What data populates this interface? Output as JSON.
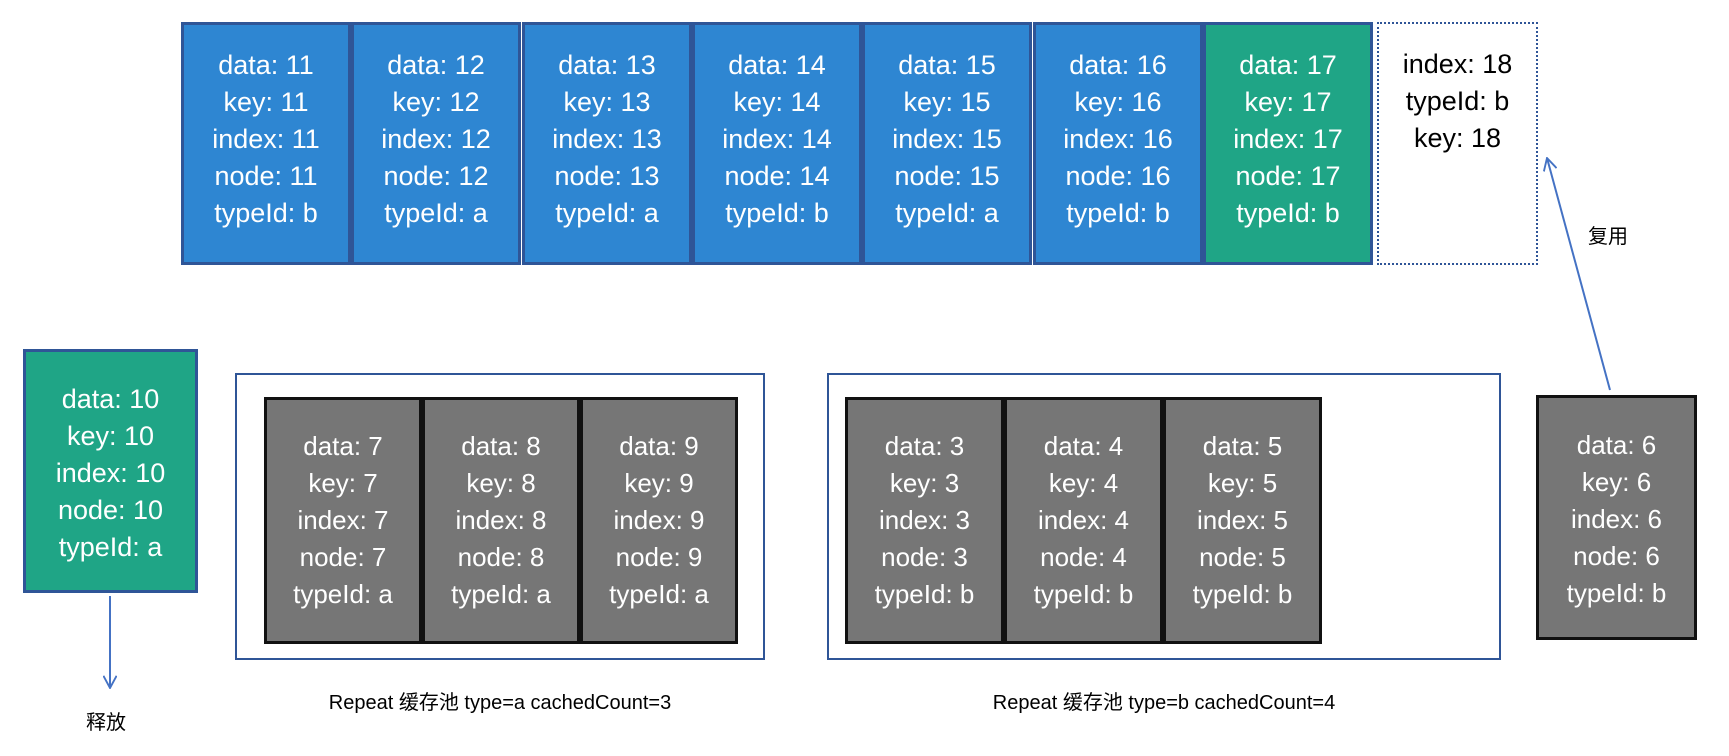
{
  "colors": {
    "card_blue": "#2E86D2",
    "card_green": "#1FA586",
    "card_gray": "#767676",
    "border_navy": "#2F5597",
    "arrow_blue": "#4472C4",
    "text_light": "#FFFFFF",
    "text_dark": "#000000"
  },
  "top_row": {
    "cards": [
      {
        "variant": "blue",
        "lines": [
          "data: 11",
          "key: 11",
          "index: 11",
          "node: 11",
          "typeId: b"
        ]
      },
      {
        "variant": "blue",
        "lines": [
          "data: 12",
          "key: 12",
          "index: 12",
          "node: 12",
          "typeId: a"
        ]
      },
      {
        "variant": "blue",
        "lines": [
          "data: 13",
          "key: 13",
          "index: 13",
          "node: 13",
          "typeId: a"
        ]
      },
      {
        "variant": "blue",
        "lines": [
          "data: 14",
          "key: 14",
          "index: 14",
          "node: 14",
          "typeId: b"
        ]
      },
      {
        "variant": "blue",
        "lines": [
          "data: 15",
          "key: 15",
          "index: 15",
          "node: 15",
          "typeId: a"
        ]
      },
      {
        "variant": "blue",
        "lines": [
          "data: 16",
          "key: 16",
          "index: 16",
          "node: 16",
          "typeId: b"
        ]
      },
      {
        "variant": "green",
        "lines": [
          "data: 17",
          "key: 17",
          "index: 17",
          "node: 17",
          "typeId: b"
        ]
      }
    ],
    "pending_card": {
      "lines": [
        "index: 18",
        "typeId: b",
        "key: 18"
      ]
    }
  },
  "released_card": {
    "lines": [
      "data: 10",
      "key: 10",
      "index: 10",
      "node: 10",
      "typeId: a"
    ]
  },
  "reused_card": {
    "lines": [
      "data: 6",
      "key: 6",
      "index: 6",
      "node: 6",
      "typeId: b"
    ]
  },
  "pools": [
    {
      "caption": "Repeat 缓存池 type=a  cachedCount=3",
      "cards": [
        {
          "lines": [
            "data: 7",
            "key: 7",
            "index: 7",
            "node: 7",
            "typeId: a"
          ]
        },
        {
          "lines": [
            "data: 8",
            "key: 8",
            "index: 8",
            "node: 8",
            "typeId: a"
          ]
        },
        {
          "lines": [
            "data: 9",
            "key: 9",
            "index: 9",
            "node: 9",
            "typeId: a"
          ]
        }
      ]
    },
    {
      "caption": "Repeat 缓存池 type=b  cachedCount=4",
      "cards": [
        {
          "lines": [
            "data: 3",
            "key: 3",
            "index: 3",
            "node: 3",
            "typeId: b"
          ]
        },
        {
          "lines": [
            "data: 4",
            "key: 4",
            "index: 4",
            "node: 4",
            "typeId: b"
          ]
        },
        {
          "lines": [
            "data: 5",
            "key: 5",
            "index: 5",
            "node: 5",
            "typeId: b"
          ]
        }
      ]
    }
  ],
  "labels": {
    "reuse": "复用",
    "release": "释放"
  }
}
